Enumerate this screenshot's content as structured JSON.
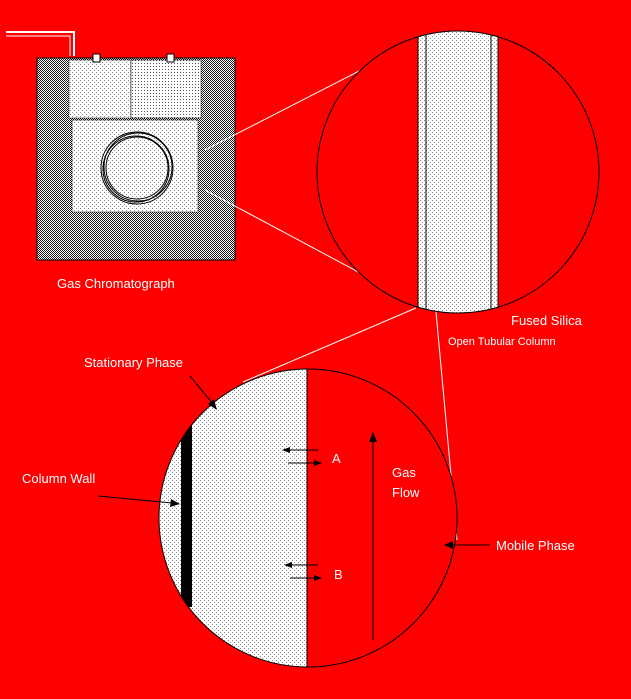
{
  "labels": {
    "instrument": "Gas Chromatograph",
    "column_material": "Fused Silica",
    "column_type": "Open Tubular Column",
    "stationary_phase": "Stationary Phase",
    "column_wall": "Column Wall",
    "mobile_phase": "Mobile Phase",
    "flow_line1": "Gas",
    "flow_line2": "Flow",
    "point_a": "A",
    "point_b": "B"
  },
  "colors": {
    "background": "#ff0000",
    "line": "#ffffff",
    "phase": "#ffffff",
    "wall": "#000000"
  }
}
